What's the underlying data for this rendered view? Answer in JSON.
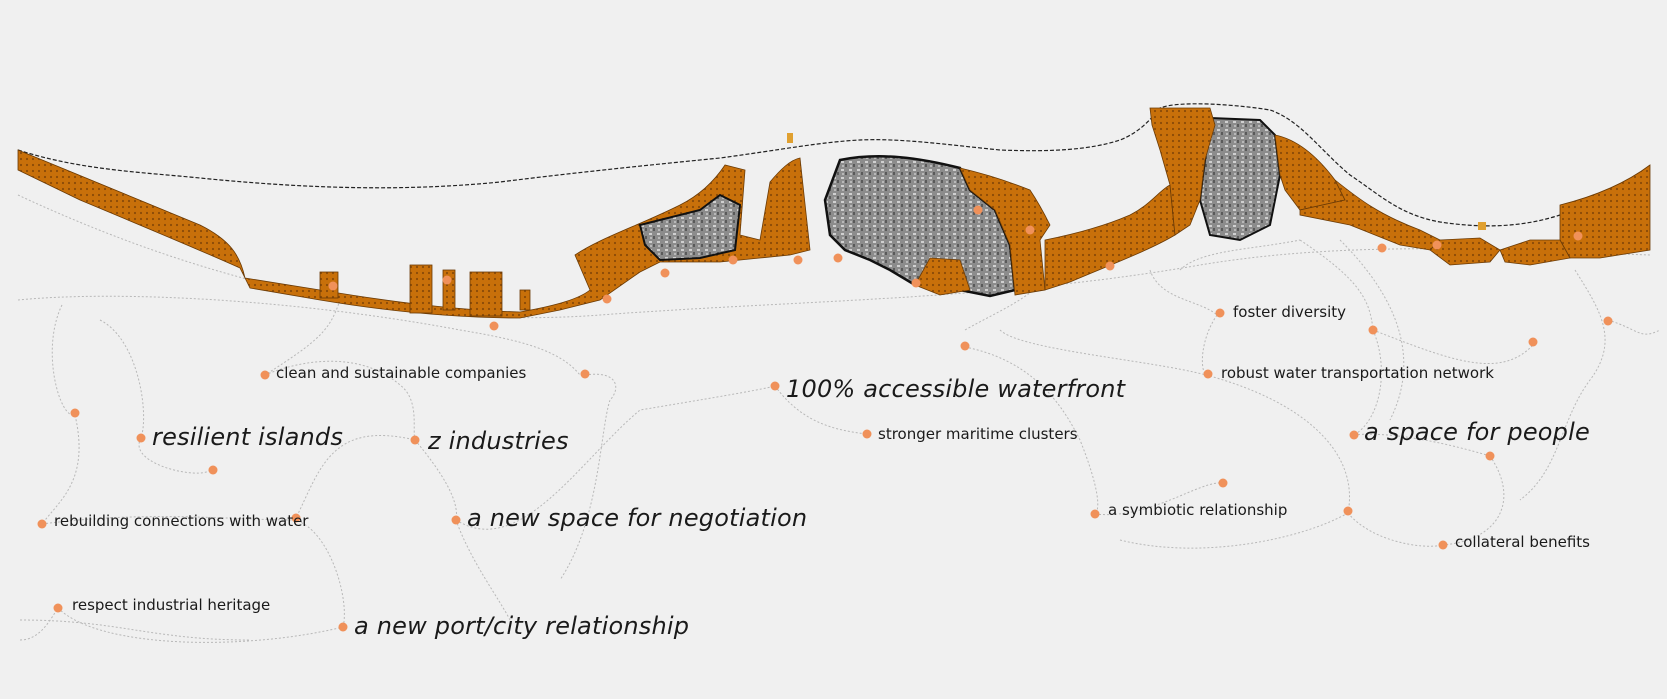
{
  "colors": {
    "background": "#f0f0f0",
    "node": "#f0915a",
    "land": "#c8700a",
    "land_dark": "#8a4a08",
    "industrial": "#7a7a7a",
    "path": "#b5b5b5",
    "coastline": "#222222"
  },
  "labels": [
    {
      "id": "clean-companies",
      "text": "clean and sustainable companies",
      "size": "small"
    },
    {
      "id": "resilient-islands",
      "text": "resilient islands",
      "size": "big"
    },
    {
      "id": "z-industries",
      "text": "z industries",
      "size": "big"
    },
    {
      "id": "accessible-waterfront",
      "text": "100% accessible waterfront",
      "size": "big"
    },
    {
      "id": "maritime-clusters",
      "text": "stronger maritime clusters",
      "size": "small"
    },
    {
      "id": "foster-diversity",
      "text": "foster diversity",
      "size": "small"
    },
    {
      "id": "water-transport",
      "text": "robust water transportation network",
      "size": "small"
    },
    {
      "id": "space-for-people",
      "text": "a space for people",
      "size": "big"
    },
    {
      "id": "rebuilding-connections",
      "text": "rebuilding connections with water",
      "size": "small"
    },
    {
      "id": "negotiation-space",
      "text": "a new space for negotiation",
      "size": "big"
    },
    {
      "id": "symbiotic-relationship",
      "text": "a symbiotic relationship",
      "size": "small"
    },
    {
      "id": "collateral-benefits",
      "text": "collateral benefits",
      "size": "small"
    },
    {
      "id": "industrial-heritage",
      "text": "respect industrial heritage",
      "size": "small"
    },
    {
      "id": "port-city-relationship",
      "text": "a new port/city relationship",
      "size": "big"
    }
  ]
}
